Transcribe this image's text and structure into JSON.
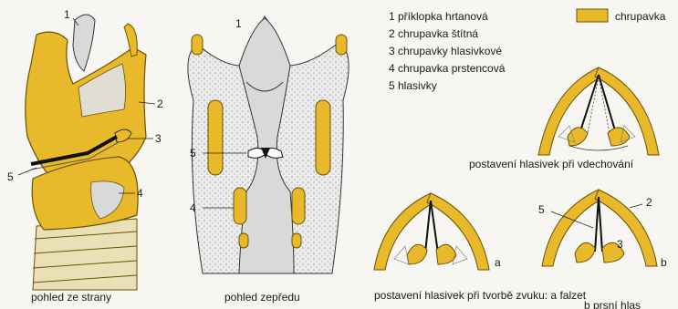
{
  "colors": {
    "cartilage": "#e8b92a",
    "cartilage_stroke": "#6b5200",
    "tissue": "#d9d9d9",
    "tissue_light": "#ececec",
    "dots": "#9a9a9a",
    "line": "#222222",
    "background": "#f7f6f2"
  },
  "legend": {
    "items": [
      {
        "label": "1 příklopka hrtanová"
      },
      {
        "label": "2 chrupavka štítná"
      },
      {
        "label": "3 chrupavky hlasivkové"
      },
      {
        "label": "4 chrupavka prstencová"
      },
      {
        "label": "5 hlasivky"
      }
    ],
    "swatch_label": "chrupavka"
  },
  "side_view": {
    "caption": "pohled ze strany",
    "markers": [
      "1",
      "2",
      "3",
      "4",
      "5"
    ]
  },
  "front_view": {
    "caption": "pohled zepředu",
    "markers": [
      "1",
      "5",
      "4"
    ]
  },
  "breathing": {
    "caption": "postavení hlasivek při vdechování"
  },
  "sound": {
    "caption_line1": "postavení hlasivek při tvorbě zvuku: a falzet",
    "caption_line2": "b prsní hlas",
    "letter_a": "a",
    "letter_b": "b",
    "markers": [
      "5",
      "2",
      "3"
    ]
  }
}
